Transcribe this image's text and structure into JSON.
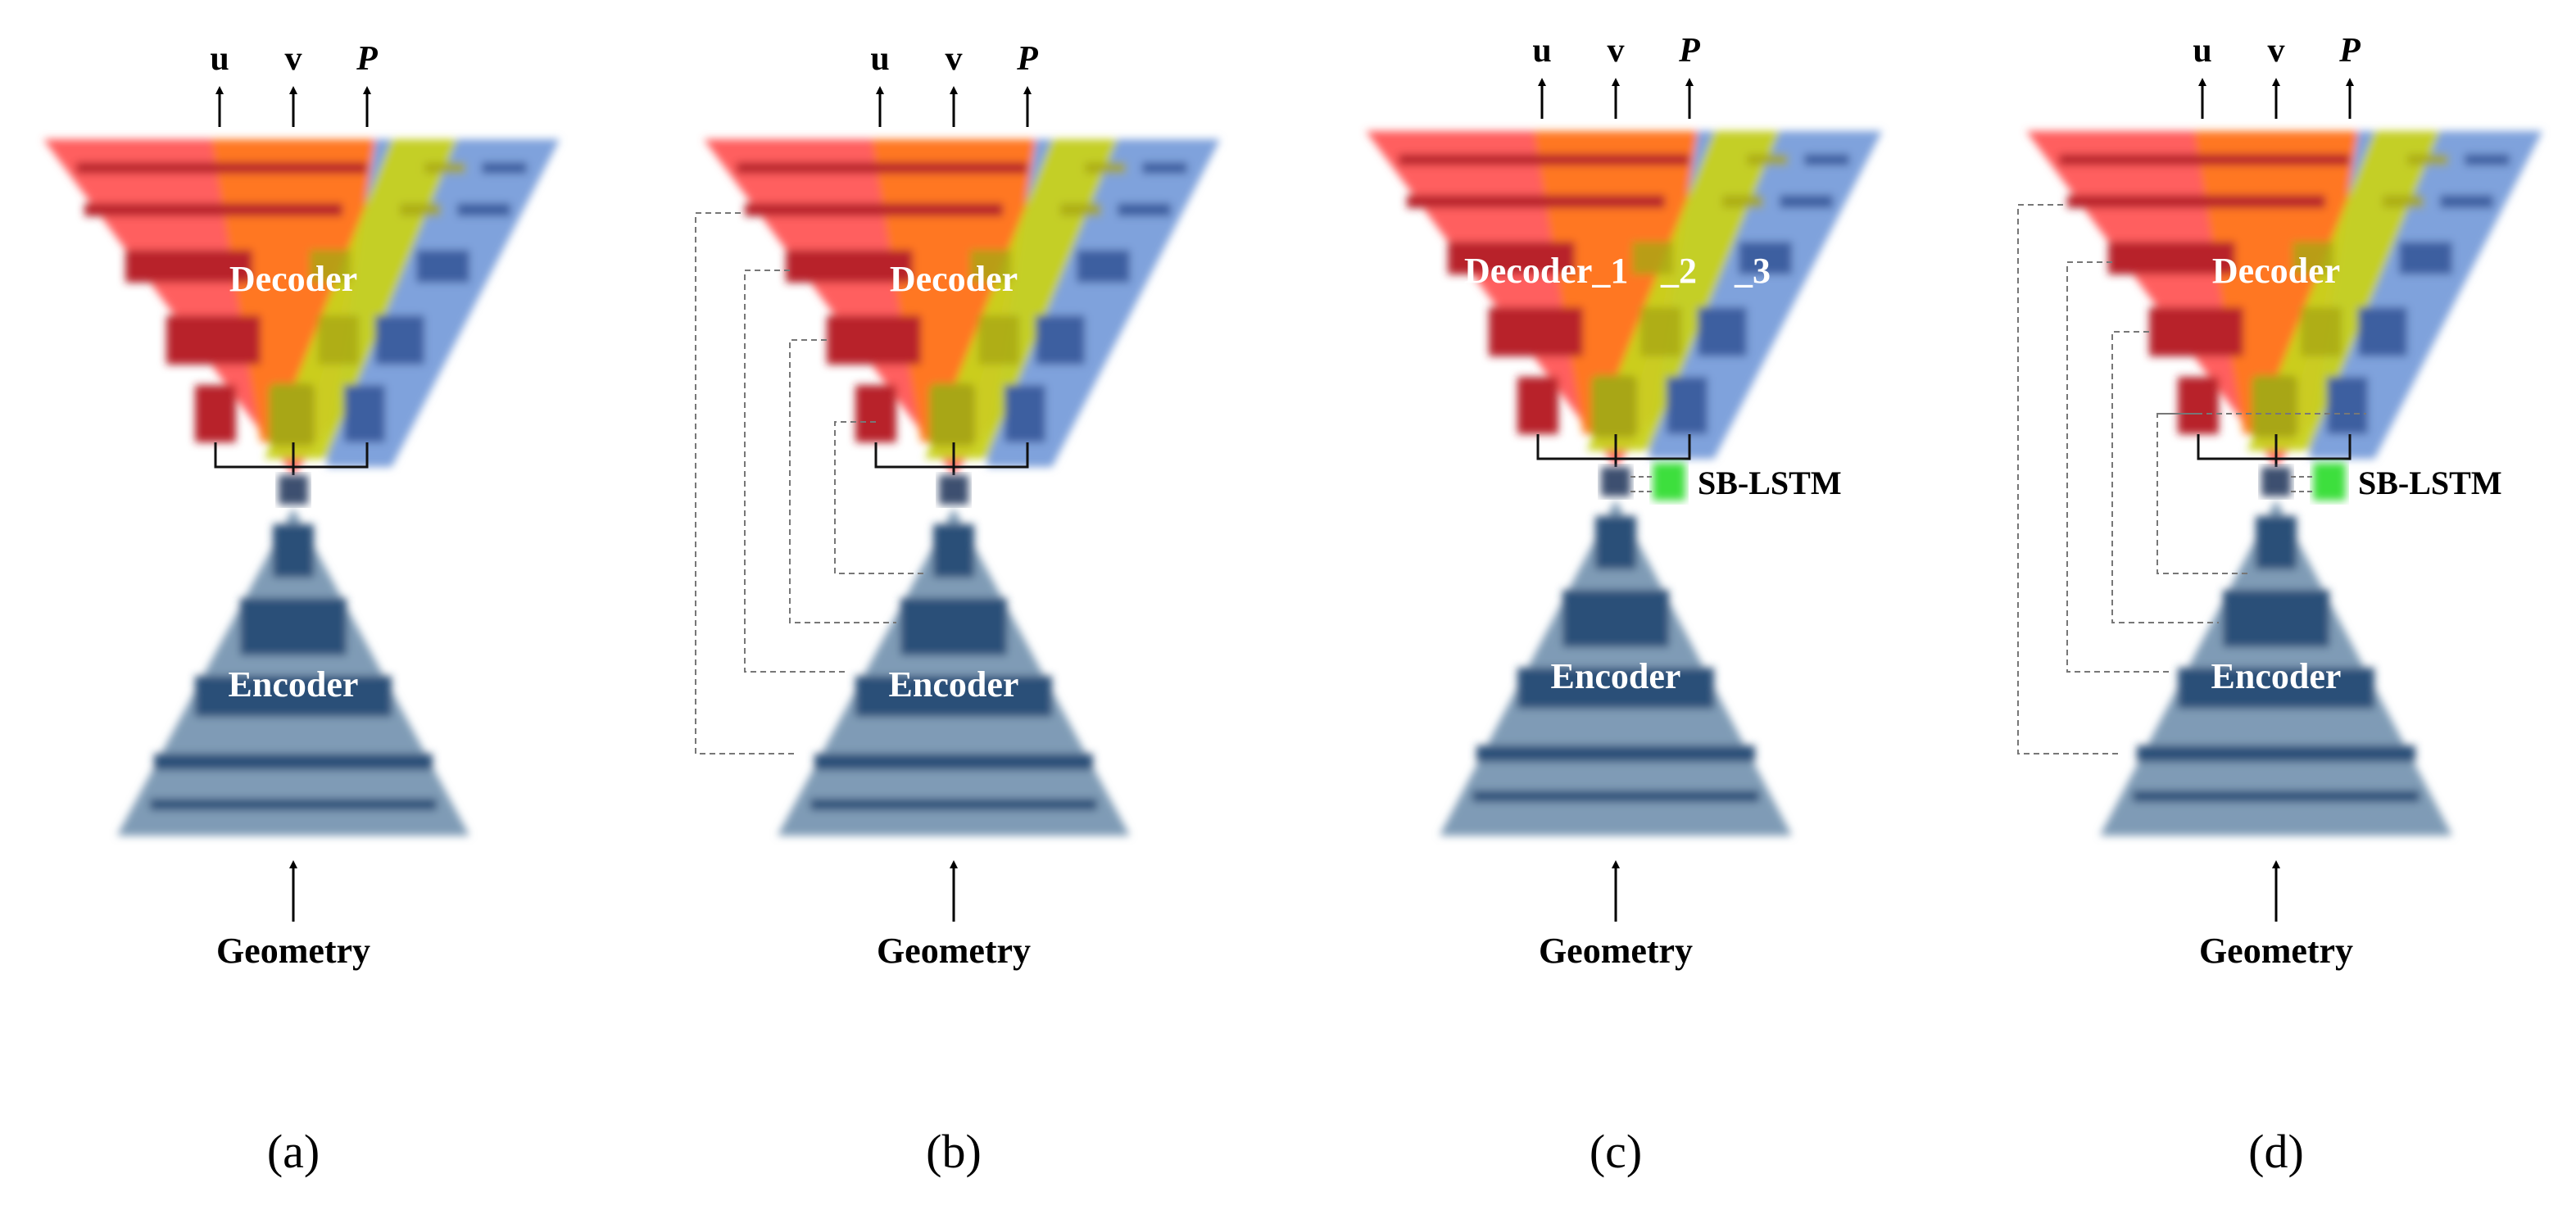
{
  "colors": {
    "decoder_red": "#ff5f5f",
    "decoder_orange": "#ff7a1a",
    "decoder_yellow": "#c8d21e",
    "decoder_blue": "#7fa2dc",
    "dark_red": "#b8202c",
    "dark_yellow": "#a8a614",
    "dark_blue": "#3d5fa0",
    "encoder_fill": "#7f9bb6",
    "encoder_bar": "#2c4f78",
    "lstm_green": "#3ddf3d",
    "text_white": "#ffffff",
    "text_black": "#000000"
  },
  "panels": [
    {
      "id": "a",
      "caption": "(a)",
      "outputs": [
        "u",
        "v",
        "P"
      ],
      "decoder_label": "Decoder",
      "encoder_label": "Encoder",
      "input_label": "Geometry",
      "skip_connections": false,
      "lstm": false
    },
    {
      "id": "b",
      "caption": "(b)",
      "outputs": [
        "u",
        "v",
        "P"
      ],
      "decoder_label": "Decoder",
      "encoder_label": "Encoder",
      "input_label": "Geometry",
      "skip_connections": true,
      "lstm": false
    },
    {
      "id": "c",
      "caption": "(c)",
      "outputs": [
        "u",
        "v",
        "P"
      ],
      "decoder_label": "Decoder_1",
      "decoder_extra_labels": [
        "_2",
        "_3"
      ],
      "encoder_label": "Encoder",
      "input_label": "Geometry",
      "skip_connections": false,
      "lstm": true,
      "lstm_label": "SB-LSTM"
    },
    {
      "id": "d",
      "caption": "(d)",
      "outputs": [
        "u",
        "v",
        "P"
      ],
      "decoder_label": "Decoder",
      "encoder_label": "Encoder",
      "input_label": "Geometry",
      "skip_connections": true,
      "lstm": true,
      "lstm_label": "SB-LSTM"
    }
  ]
}
